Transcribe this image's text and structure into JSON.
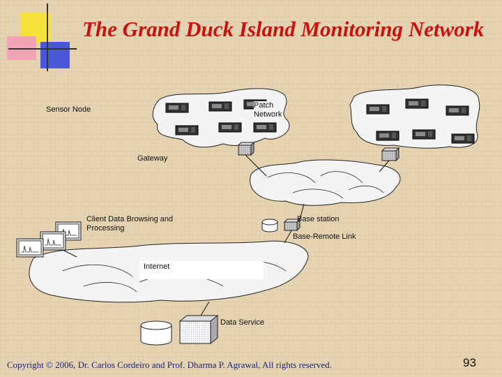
{
  "title": "The Grand Duck Island Monitoring Network",
  "labels": {
    "sensor_node": "Sensor Node",
    "patch_network": "Patch\nNetwork",
    "gateway": "Gateway",
    "client": "Client Data Browsing and\nProcessing",
    "base_station": "Base station",
    "base_remote_link": "Base-Remote Link",
    "internet": "Internet",
    "data_service": "Data Service"
  },
  "footer": "Copyright © 2006, Dr. Carlos Cordeiro and Prof. Dharma P. Agrawal, All rights reserved.",
  "page_number": "93",
  "colors": {
    "title": "#cc1010",
    "footer": "#1a237e",
    "deco_yellow": "#f5e23a",
    "deco_pink": "#f3a3b6",
    "deco_blue": "#4a58d8"
  }
}
